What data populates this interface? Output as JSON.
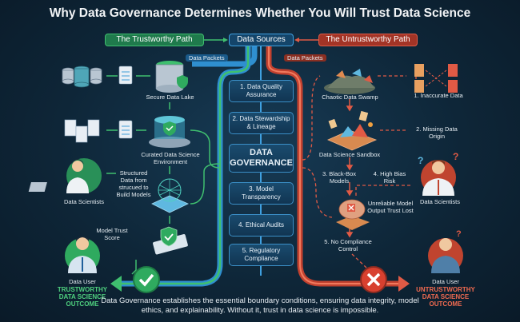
{
  "title": "Why Data Governance Determines Whether You Will Trust Data Science",
  "header": {
    "trustworthy_path": "The Trustworthy Path",
    "data_sources": "Data Sources",
    "untrustworthy_path": "The Untrustworthy Path"
  },
  "packets": {
    "left": "Data Packets",
    "right": "Data Packets"
  },
  "governance": {
    "steps": [
      "1. Data Quality Assurance",
      "2. Data Stewardship & Lineage",
      "3. Model Transparency",
      "4. Ethical Audits",
      "5. Regulatory Compliance"
    ],
    "core": "DATA GOVERNANCE"
  },
  "trustworthy": {
    "secure_lake": "Secure Data Lake",
    "curated_env": "Curated Data Science Environment",
    "scientists": "Data Scientists",
    "structured": "Structured Data from strucued to Build Models",
    "trust_score": "Model Trust Score",
    "user": "Data User",
    "outcome": "TRUSTWORTHY DATA SCIENCE OUTCOME"
  },
  "untrustworthy": {
    "swamp": "Chaotic Data Swamp",
    "inaccurate": "1. Inaccurate Data",
    "sandbox": "Data Science Sandbox",
    "missing_origin": "2. Missing Data Origin",
    "black_box": "3. Black-Box Models",
    "bias": "4. High Bias Risk",
    "unreliable": "Unreliable Model Output Trust Lost",
    "scientists": "Data Scientists",
    "no_compliance": "5. No Compliance Control",
    "user": "Data User",
    "outcome": "UNTRUSTWORTHY DATA SCIENCE OUTCOME"
  },
  "footer": "Data Governance establishes the essential boundary conditions, ensuring data integrity, model ethics, and explainability. Without it, trust in data science is impossible.",
  "colors": {
    "green": "#3fbf6f",
    "red": "#e05a45",
    "blue": "#3fa0e0",
    "bg": "#0e2638"
  }
}
